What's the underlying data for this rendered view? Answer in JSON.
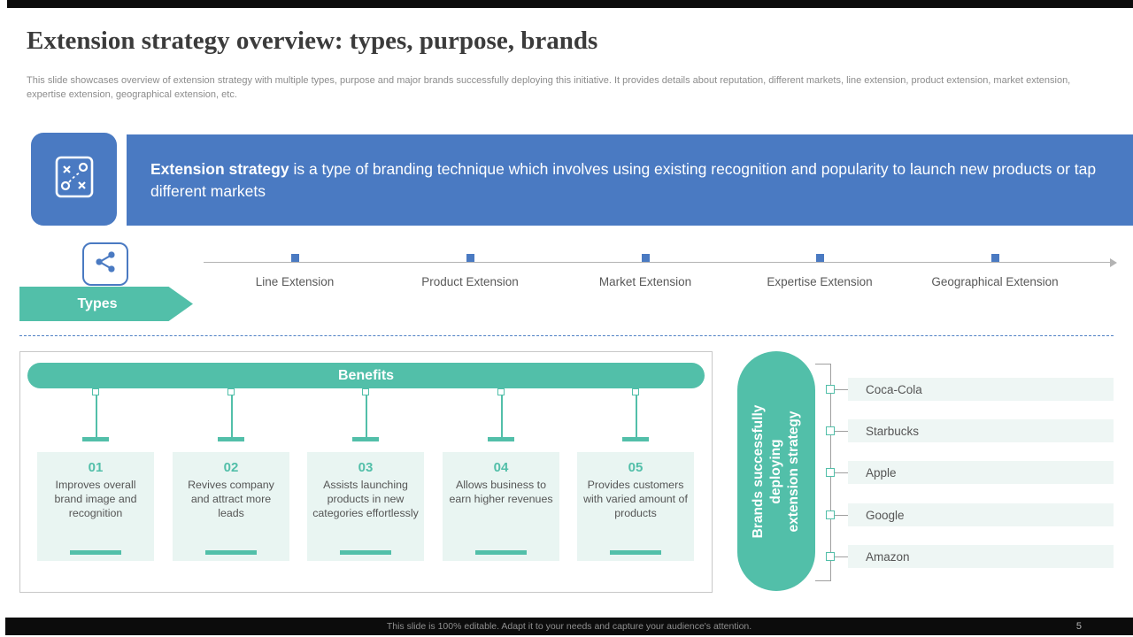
{
  "slide": {
    "title": "Extension strategy overview: types, purpose, brands",
    "subtitle": "This slide showcases overview of extension strategy with multiple types, purpose and major brands successfully deploying this initiative. It provides details about reputation, different markets, line extension, product extension, market extension, expertise extension, geographical extension, etc.",
    "footer_note": "This slide is 100% editable.  Adapt it to your needs and capture your audience's attention.",
    "page_number": "5"
  },
  "banner": {
    "icon": "strategy-board-icon",
    "highlight": "Extension strategy",
    "text": " is a type of branding technique which involves using existing recognition and popularity  to launch new products or tap different markets"
  },
  "types": {
    "icon": "network-nodes-icon",
    "label": "Types",
    "items": [
      "Line Extension",
      "Product Extension",
      "Market Extension",
      "Expertise Extension",
      "Geographical Extension"
    ]
  },
  "benefits": {
    "header": "Benefits",
    "items": [
      {
        "number": "01",
        "text": "Improves overall brand image and recognition"
      },
      {
        "number": "02",
        "text": "Revives company and attract more leads"
      },
      {
        "number": "03",
        "text": "Assists launching products in new categories effortlessly"
      },
      {
        "number": "04",
        "text": "Allows business to earn higher revenues"
      },
      {
        "number": "05",
        "text": "Provides customers with varied amount of products"
      }
    ]
  },
  "brands": {
    "label": "Brands successfully\ndeploying\nextension strategy",
    "items": [
      "Coca-Cola",
      "Starbucks",
      "Apple",
      "Google",
      "Amazon"
    ]
  },
  "colors": {
    "accent_blue": "#4a7ac2",
    "accent_teal": "#52bfa9",
    "teal_light": "#e9f5f2",
    "row_light": "#eef6f4",
    "bar_black": "#0c0c0c"
  }
}
